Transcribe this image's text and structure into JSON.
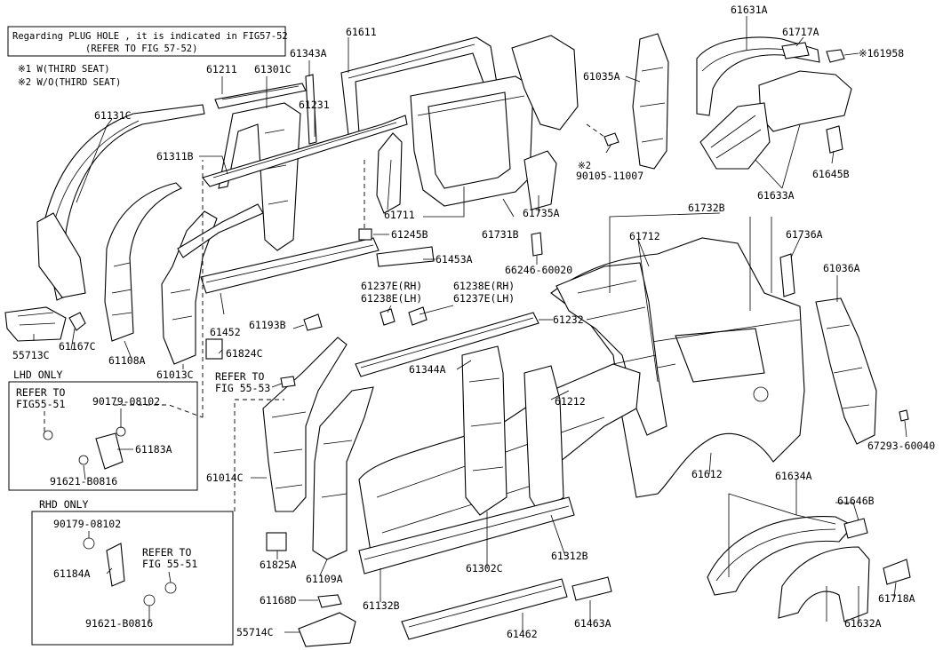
{
  "notes": {
    "header_line1": "Regarding PLUG HOLE , it is indicated in FIG57-52",
    "header_line2": "(REFER TO FIG 57-52)",
    "footnote1": "※1 W(THIRD SEAT)",
    "footnote2": "※2 W/O(THIRD SEAT)"
  },
  "insets": {
    "lhd": {
      "title": "LHD ONLY",
      "refer_line1": "REFER TO",
      "refer_line2": "FIG55-51",
      "parts": [
        "90179-08102",
        "61183A",
        "91621-B0816"
      ]
    },
    "rhd": {
      "title": "RHD ONLY",
      "refer_line1": "REFER TO",
      "refer_line2": "FIG 55-51",
      "parts": [
        "90179-08102",
        "61184A",
        "91621-B0816"
      ]
    }
  },
  "refer_fig_55_53": {
    "line1": "REFER TO",
    "line2": "FIG 55-53"
  },
  "part_labels": {
    "p61611": "61611",
    "p61211": "61211",
    "p61301C": "61301C",
    "p61343A": "61343A",
    "p61131C": "61131C",
    "p61311B": "61311B",
    "p61231": "61231",
    "p61035A": "61035A",
    "p61631A": "61631A",
    "p61717A": "61717A",
    "p161958": "※161958",
    "p90105": "90105-11007",
    "p90105_mark": "※2",
    "p61645B": "61645B",
    "p61633A": "61633A",
    "p61711": "61711",
    "p61731B": "61731B",
    "p61735A": "61735A",
    "p61245B": "61245B",
    "p61732B": "61732B",
    "p61712": "61712",
    "p61736A": "61736A",
    "p61453A": "61453A",
    "p66246": "66246-60020",
    "p61036A": "61036A",
    "p61237E_RH": "61237E(RH)",
    "p61238E_LH": "61238E(LH)",
    "p61238E_RH": "61238E(RH)",
    "p61237E_LH": "61237E(LH)",
    "p55713C": "55713C",
    "p61167C": "61167C",
    "p61108A": "61108A",
    "p61013C": "61013C",
    "p61452": "61452",
    "p61193B": "61193B",
    "p61232": "61232",
    "p61824C": "61824C",
    "p61344A": "61344A",
    "p61212": "61212",
    "p67293": "67293-60040",
    "p61014C": "61014C",
    "p61612": "61612",
    "p61634A": "61634A",
    "p61646B": "61646B",
    "p61302C": "61302C",
    "p61312B": "61312B",
    "p61825A": "61825A",
    "p61109A": "61109A",
    "p61718A": "61718A",
    "p61168D": "61168D",
    "p61132B": "61132B",
    "p61632A": "61632A",
    "p55714C": "55714C",
    "p61462": "61462",
    "p61463A": "61463A"
  }
}
